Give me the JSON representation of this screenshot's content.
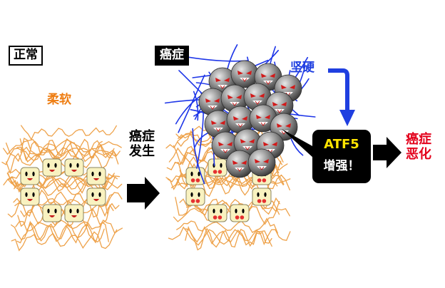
{
  "labels": {
    "normal": "正常",
    "cancer": "癌症",
    "soft": "柔软",
    "onset_line1": "癌症",
    "onset_line2": "发生",
    "stiff": "坚硬",
    "atf5": "ATF5",
    "enhanced": "增强！",
    "worsen_line1": "癌症",
    "worsen_line2": "恶化"
  },
  "colors": {
    "fiber_orange": "#eea24a",
    "fiber_blue": "#1d35e8",
    "cell_fill": "#f9f2c0",
    "cell_border": "#8a8460",
    "tumor_gray": "#707070",
    "tumor_eye": "#d21a1a",
    "label_orange": "#ee7d12",
    "label_blue": "#1f3fe0",
    "label_red": "#e3001b",
    "atf_yellow": "#ffe400"
  },
  "icons": {
    "normal_cell": "smiling-cell-icon",
    "stressed_cell": "stressed-cell-icon",
    "tumor_cell": "angry-tumor-cell-icon"
  }
}
